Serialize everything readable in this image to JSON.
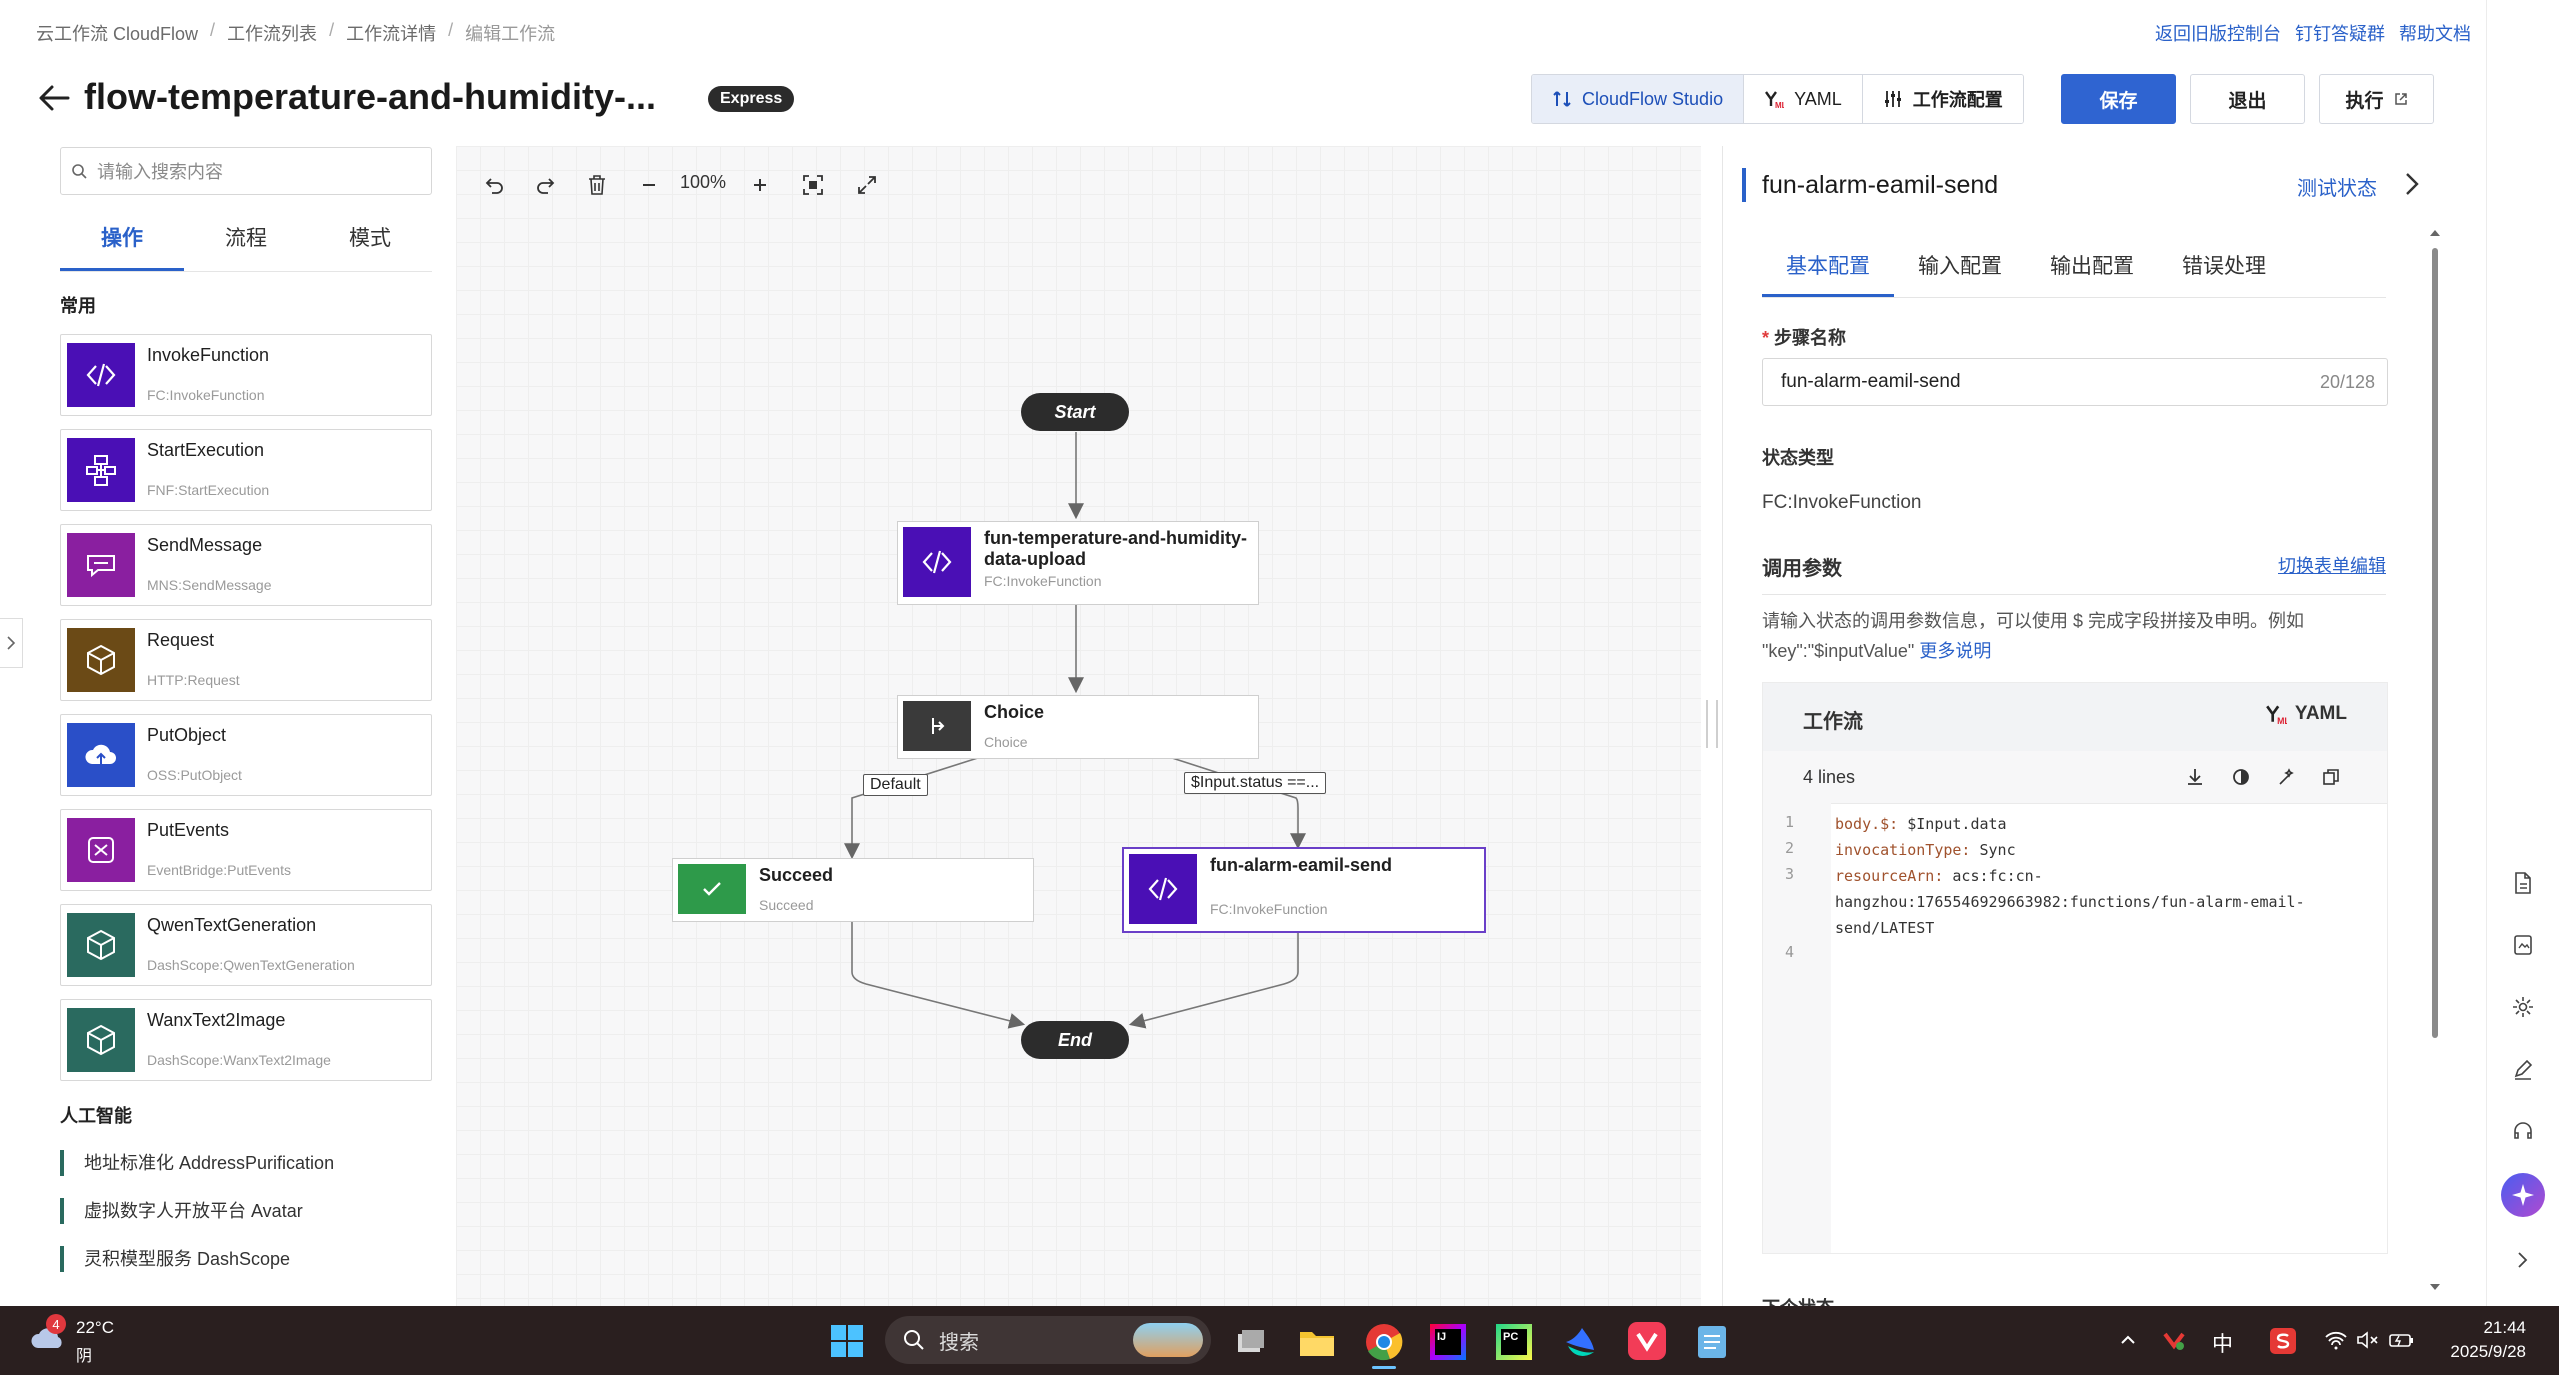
{
  "breadcrumb": {
    "items": [
      "云工作流 CloudFlow",
      "工作流列表",
      "工作流详情",
      "编辑工作流"
    ]
  },
  "top_links": [
    "返回旧版控制台",
    "钉钉答疑群",
    "帮助文档"
  ],
  "header": {
    "title": "flow-temperature-and-humidity-...",
    "badge": "Express",
    "studio_label": "CloudFlow Studio",
    "yaml_label": "YAML",
    "config_label": "工作流配置",
    "save_label": "保存",
    "exit_label": "退出",
    "run_label": "执行"
  },
  "left_panel": {
    "search_placeholder": "请输入搜索内容",
    "tabs": [
      "操作",
      "流程",
      "模式"
    ],
    "section_common": "常用",
    "cards": [
      {
        "name": "InvokeFunction",
        "sub": "FC:InvokeFunction",
        "color": "#4a0fb5",
        "icon": "function-icon"
      },
      {
        "name": "StartExecution",
        "sub": "FNF:StartExecution",
        "color": "#4a0fb5",
        "icon": "workflow-icon"
      },
      {
        "name": "SendMessage",
        "sub": "MNS:SendMessage",
        "color": "#8a1fa0",
        "icon": "message-icon"
      },
      {
        "name": "Request",
        "sub": "HTTP:Request",
        "color": "#6b4a16",
        "icon": "cube-icon"
      },
      {
        "name": "PutObject",
        "sub": "OSS:PutObject",
        "color": "#2a4fc8",
        "icon": "cloud-upload-icon"
      },
      {
        "name": "PutEvents",
        "sub": "EventBridge:PutEvents",
        "color": "#8a1fa0",
        "icon": "event-icon"
      },
      {
        "name": "QwenTextGeneration",
        "sub": "DashScope:QwenTextGeneration",
        "color": "#2a6a5f",
        "icon": "cube-icon"
      },
      {
        "name": "WanxText2Image",
        "sub": "DashScope:WanxText2Image",
        "color": "#2a6a5f",
        "icon": "cube-icon"
      }
    ],
    "section_ai": "人工智能",
    "ai_items": [
      "地址标准化 AddressPurification",
      "虚拟数字人开放平台 Avatar",
      "灵积模型服务 DashScope"
    ]
  },
  "canvas": {
    "zoom": "100%",
    "start_label": "Start",
    "end_label": "End",
    "nodes": {
      "upload": {
        "name_line1": "fun-temperature-and-humidity-",
        "name_line2": "data-upload",
        "sub": "FC:InvokeFunction"
      },
      "choice": {
        "name": "Choice",
        "sub": "Choice"
      },
      "succeed": {
        "name": "Succeed",
        "sub": "Succeed"
      },
      "alarm": {
        "name": "fun-alarm-eamil-send",
        "sub": "FC:InvokeFunction"
      }
    },
    "edge_default": "Default",
    "edge_condition": "$Input.status ==..."
  },
  "right_panel": {
    "title": "fun-alarm-eamil-send",
    "test_state": "测试状态",
    "tabs": [
      "基本配置",
      "输入配置",
      "输出配置",
      "错误处理"
    ],
    "step_name_label": "步骤名称",
    "step_name_value": "fun-alarm-eamil-send",
    "step_name_count": "20/128",
    "state_type_label": "状态类型",
    "state_type_value": "FC:InvokeFunction",
    "invoke_params_label": "调用参数",
    "switch_form": "切换表单编辑",
    "help_text": "请输入状态的调用参数信息，可以使用 $ 完成字段拼接及申明。例如 \"key\":\"$inputValue\"",
    "help_link": "更多说明",
    "editor_title": "工作流",
    "editor_yaml": "YAML",
    "editor_lines": "4 lines",
    "code": {
      "l1_key": "body.$:",
      "l1_val": " $Input.data",
      "l2_key": "invocationType:",
      "l2_val": " Sync",
      "l3_key": "resourceArn:",
      "l3_val": " acs:fc:cn-",
      "l3_cont1": "hangzhou:1765546929663982:functions/fun-alarm-email-",
      "l3_cont2": "send/LATEST"
    },
    "line_numbers": [
      "1",
      "2",
      "3",
      "4"
    ],
    "next_state": "下个状态"
  },
  "taskbar": {
    "weather_temp": "22°C",
    "weather_desc": "阴",
    "weather_badge": "4",
    "search_placeholder": "搜索",
    "ime": "中",
    "time": "21:44",
    "date": "2025/9/28"
  }
}
